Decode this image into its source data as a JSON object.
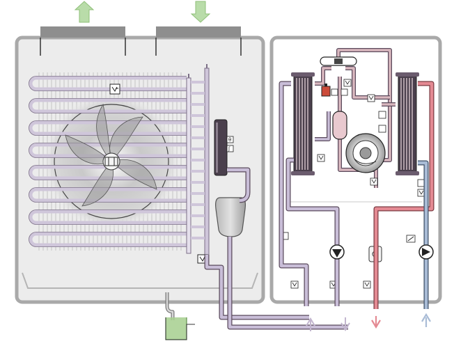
{
  "colors": {
    "housing": "#a9a9a9",
    "housing_fill": "#ececec",
    "vent": "#8e8e8e",
    "air_out_arrow": "#b9dca9",
    "air_in_arrow": "#b9dca9",
    "refrigerant_hot": "#d9b8bf",
    "refrigerant_cold": "#c9bed8",
    "water_hot": "#e48a93",
    "water_cold": "#a9bcd6",
    "condensate": "#a6cf8e",
    "coil": "#cfc6da",
    "coil_dark": "#3e3240"
  },
  "components": {
    "left_unit": "outdoor-unit",
    "right_unit": "indoor-unit",
    "fan": "fan-icon",
    "evaporator": "evaporator-coil",
    "compressor": "compressor-icon",
    "plate_hx_left": "plate-heat-exchanger",
    "plate_hx_right": "plate-heat-exchanger",
    "pump_left": "pump-icon",
    "pump_right": "pump-icon",
    "receiver": "refrigerant-collector",
    "condensate_trap": "condensate-drain",
    "sensors": "temperature-sensor-icon"
  }
}
